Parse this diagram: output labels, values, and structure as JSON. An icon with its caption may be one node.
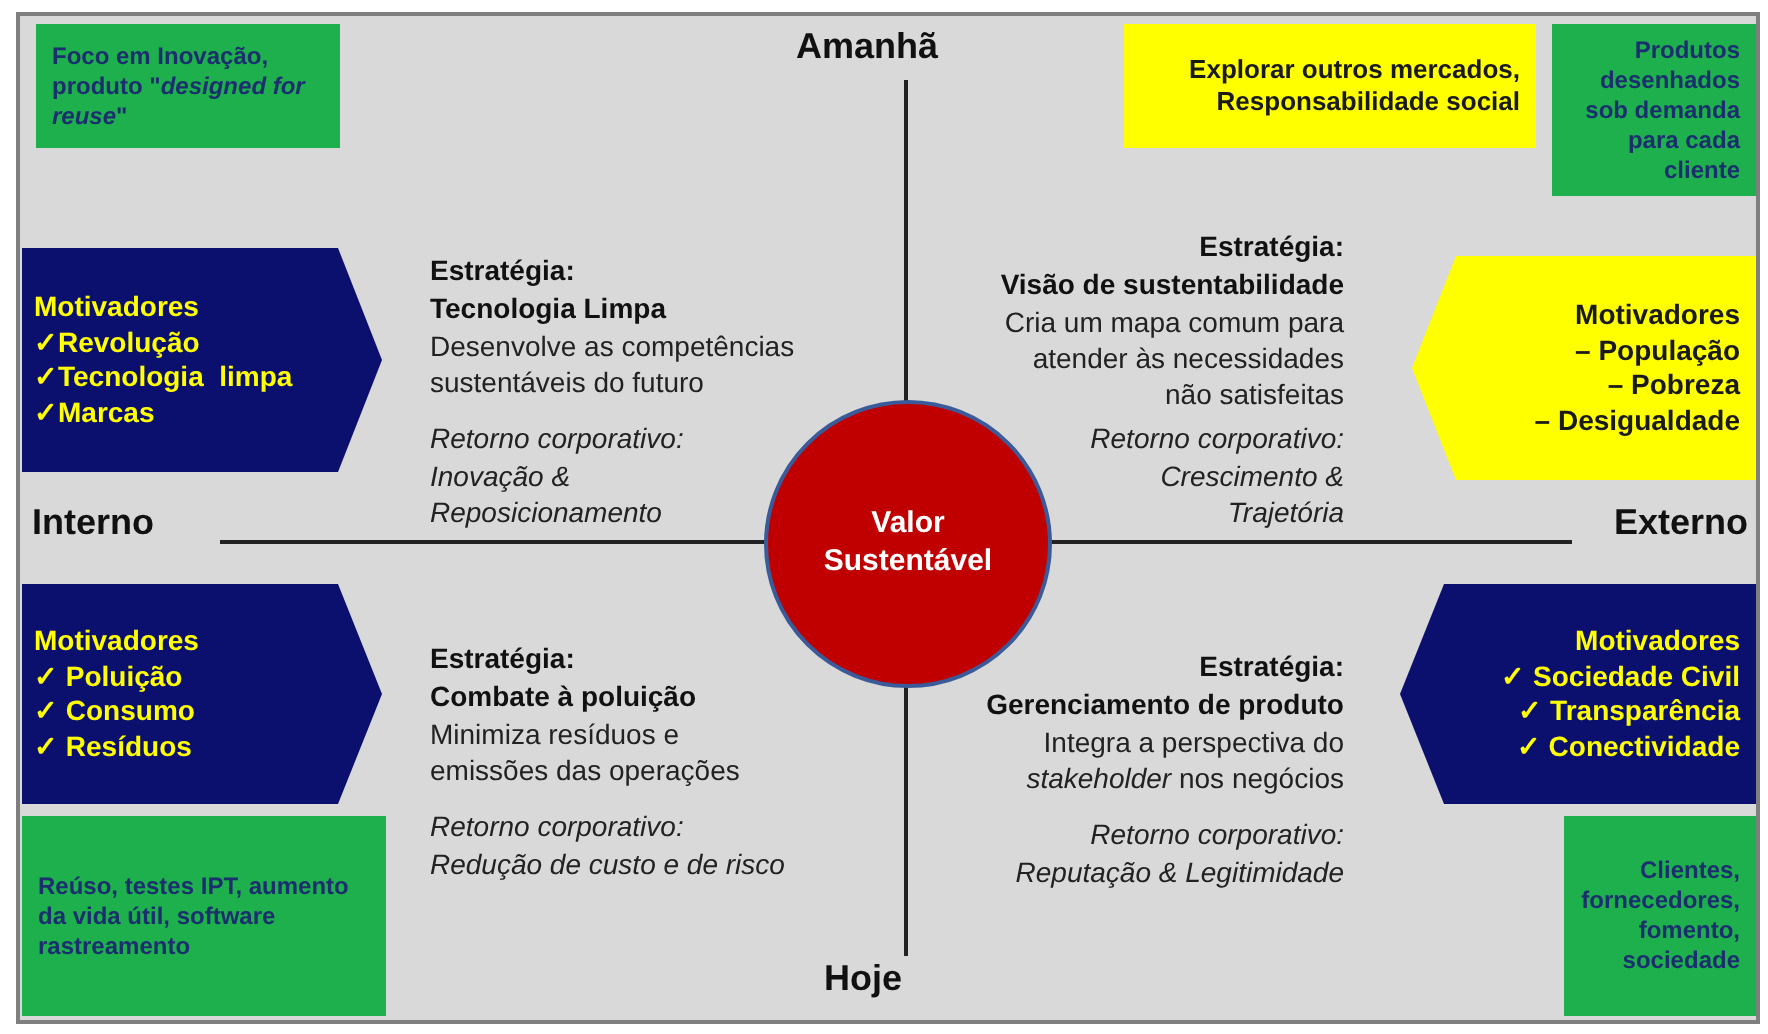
{
  "diagram": {
    "nodes": [
      {
        "text": [
          "Foco em Inovação, produto \"*designed for reuse*\""
        ]
      },
      {
        "text": [
          "Explorar outros mercados, Responsabilidade social"
        ]
      },
      {
        "text": [
          "Produtos desenhados sob demanda para cada cliente"
        ]
      },
      {
        "text": [
          "Motivadores",
          "✓Revolução",
          "✓Tecnologia  limpa",
          "✓Marcas"
        ]
      },
      {
        "text": [
          "Motivadores",
          "– População",
          "– Pobreza",
          "– Desigualdade"
        ]
      },
      {
        "text": [
          "Valor Sustentável"
        ]
      },
      {
        "text": [
          "Motivadores",
          "✓ Poluição",
          "✓ Consumo",
          "✓ Resíduos"
        ]
      },
      {
        "text": [
          "Motivadores",
          "✓ Sociedade Civil",
          "✓ Transparência",
          "✓ Conectividade"
        ]
      },
      {
        "text": [
          "Reúso, testes IPT, aumento da vida útil, software rastreamento"
        ]
      },
      {
        "text": [
          "Clientes, fornecedores, fomento, sociedade"
        ]
      }
    ],
    "labels": [
      "Amanhã",
      "Estratégia:",
      "Tecnologia Limpa",
      "Desenvolve as competências sustentáveis do futuro",
      "Retorno corporativo:",
      "Inovação & Reposicionamento",
      "Estratégia:",
      "Visão de sustentabilidade",
      "Cria um mapa comum para atender às necessidades não satisfeitas",
      "Retorno corporativo:",
      "Crescimento & Trajetória",
      "Interno",
      "Externo",
      "Estratégia:",
      "Combate à poluição",
      "Minimiza resíduos e emissões das operações",
      "Retorno corporativo:",
      "Redução de custo e de risco",
      "Estratégia:",
      "Gerenciamento de produto",
      "Integra a perspectiva do *stakeholder* nos negócios",
      "Retorno corporativo:",
      "Reputação & Legitimidade",
      "Hoje"
    ]
  }
}
